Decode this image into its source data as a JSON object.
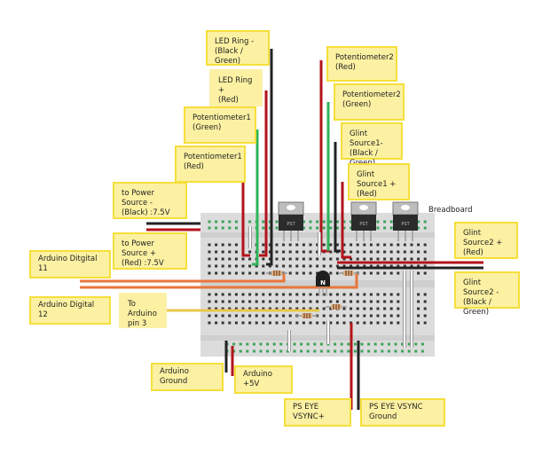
{
  "title": "Breadboard",
  "labels": {
    "led_ring_minus": "LED Ring -\n(Black / Green)",
    "led_ring_plus": "LED Ring +\n(Red)",
    "pot1_green": "Potentiometer1\n(Green)",
    "pot1_red": "Potentiometer1\n(Red)",
    "power_minus": "to Power Source -\n(Black) :7.5V",
    "power_plus": "to Power Source +\n(Red) :7.5V",
    "arduino_d11": "Arduino Ditgital 11",
    "arduino_d12": "Arduino Digital 12",
    "arduino_pin3": "To Arduino\npin 3",
    "pot2_red": "Potentiometer2\n(Red)",
    "pot2_green": "Potentiometer2\n(Green)",
    "glint1_minus": "Glint Source1-\n(Black / Green)",
    "glint1_plus": "Glint Source1 +\n(Red)",
    "glint2_plus": "Glint Source2 +\n(Red)",
    "glint2_minus": "Glint Source2 -\n(Black / Green)",
    "arduino_ground": "Arduino Ground",
    "arduino_5v": "Arduino +5V",
    "pseye_vsync_plus": "PS EYE VSYNC+",
    "pseye_vsync_ground": "PS EYE VSYNC Ground"
  },
  "components": {
    "regulator_label": "PST",
    "transistor_label": "N"
  },
  "colors": {
    "label_fill": "#fcf1a2",
    "label_border": "#f5df3b",
    "wire_red": "#b3131a",
    "wire_black": "#222222",
    "wire_green": "#2fb35a",
    "wire_orange": "#e8763a",
    "wire_yellow": "#e8c84a",
    "breadboard": "#dcdcdc"
  }
}
